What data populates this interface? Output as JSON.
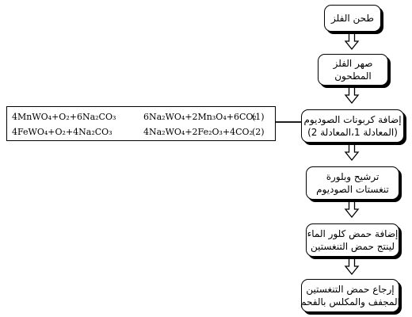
{
  "flowchart": {
    "steps": [
      {
        "line1": "طحن الفلز",
        "line2": ""
      },
      {
        "line1": "صهر الفلز",
        "line2": "المطحون"
      },
      {
        "line1": "إضافة كربونات الصوديوم",
        "line2": "(المعادلة 1،المعادلة 2)"
      },
      {
        "line1": "ترشيح وبلورة",
        "line2": "تنغستات الصوديوم"
      },
      {
        "line1": "إضافة حمض كلور الماء",
        "line2": "لينتج حمض التنغستين"
      },
      {
        "line1": "إرجاع حمض التنغستين",
        "line2": "المجفف والمكلس بالفحم"
      }
    ]
  },
  "equations": [
    {
      "reactants": "4MnWO₄+O₂+6Na₂CO₃",
      "products": "6Na₂WO₄+2Mn₃O₄+6CO₂",
      "number": "(1)"
    },
    {
      "reactants": "4FeWO₄+O₂+4Na₂CO₃",
      "products": "4Na₂WO₄+2Fe₂O₃+4CO₂",
      "number": "(2)"
    }
  ]
}
